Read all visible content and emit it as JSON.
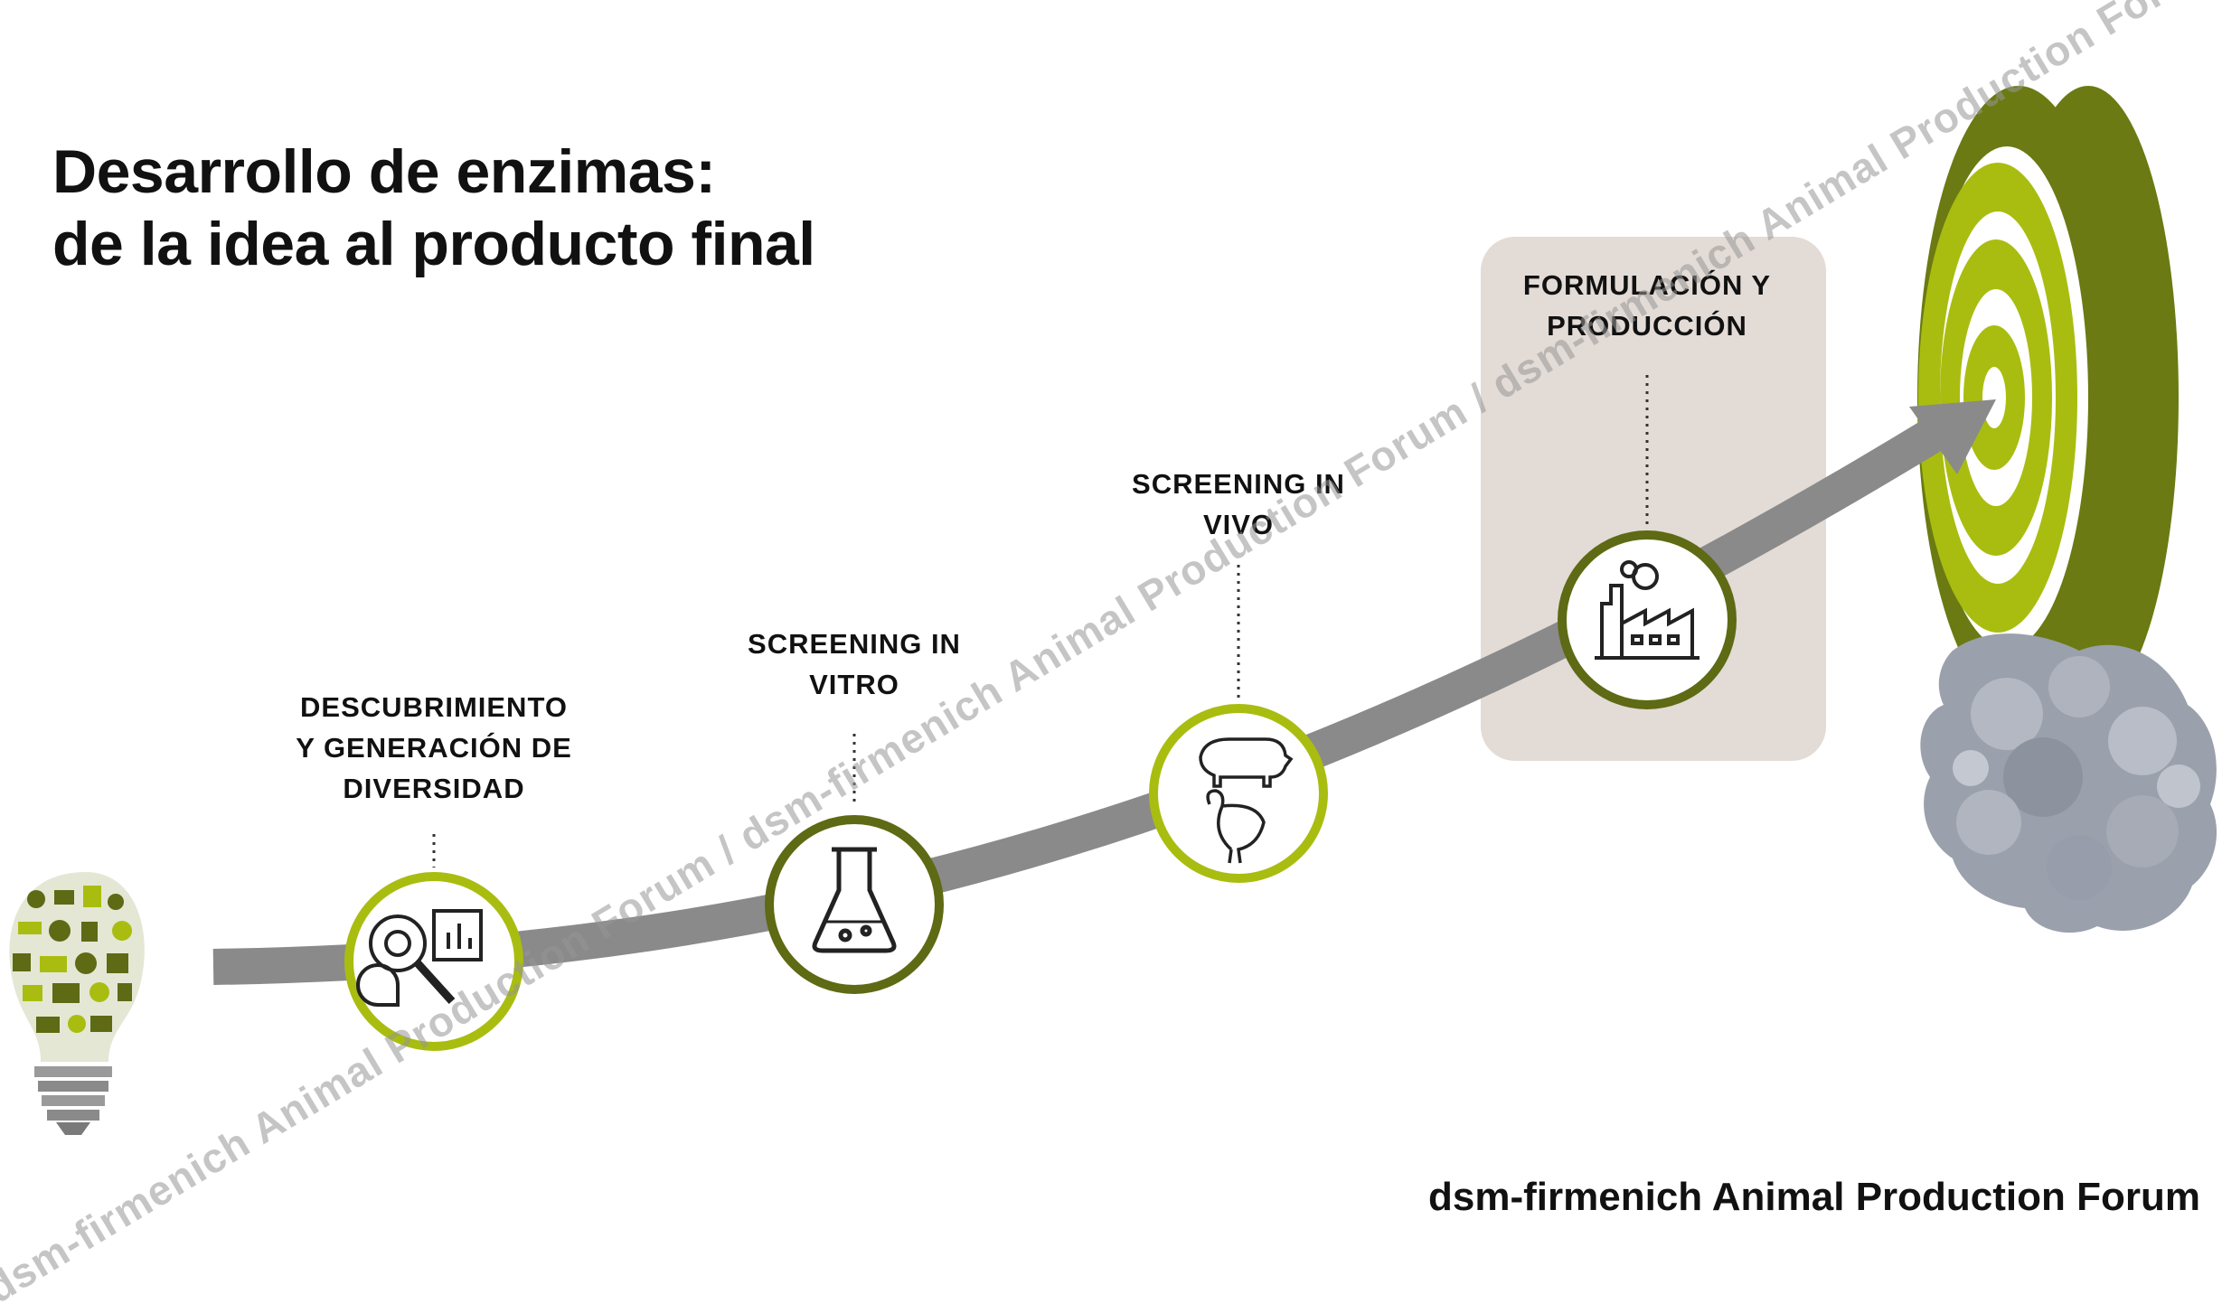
{
  "title": {
    "line1": "Desarrollo de enzimas:",
    "line2": "de la idea al producto final"
  },
  "stages": [
    {
      "id": "discovery",
      "lines": [
        "DESCUBRIMIENTO",
        "Y GENERACIÓN DE",
        "DIVERSIDAD"
      ],
      "icon": "microscope-analysis-icon"
    },
    {
      "id": "in-vitro",
      "lines": [
        "SCREENING IN",
        "VITRO"
      ],
      "icon": "flask-icon"
    },
    {
      "id": "in-vivo",
      "lines": [
        "SCREENING IN",
        "VIVO"
      ],
      "icon": "pig-chicken-icon"
    },
    {
      "id": "formulation",
      "lines": [
        "FORMULACIÓN Y",
        "PRODUCCIÓN"
      ],
      "icon": "factory-icon"
    }
  ],
  "footer": "dsm-firmenich Animal Production Forum",
  "watermark": "dsm-firmenich Animal Production Forum / dsm-firmenich Animal Production Forum / dsm-firmenich Animal Production Forum",
  "colors": {
    "arrow": "#8a8a8a",
    "dark_olive": "#5e6a14",
    "lime": "#a9bd10",
    "highlight_box": "#e3dbd6",
    "enzyme": "#9aa0ac"
  }
}
